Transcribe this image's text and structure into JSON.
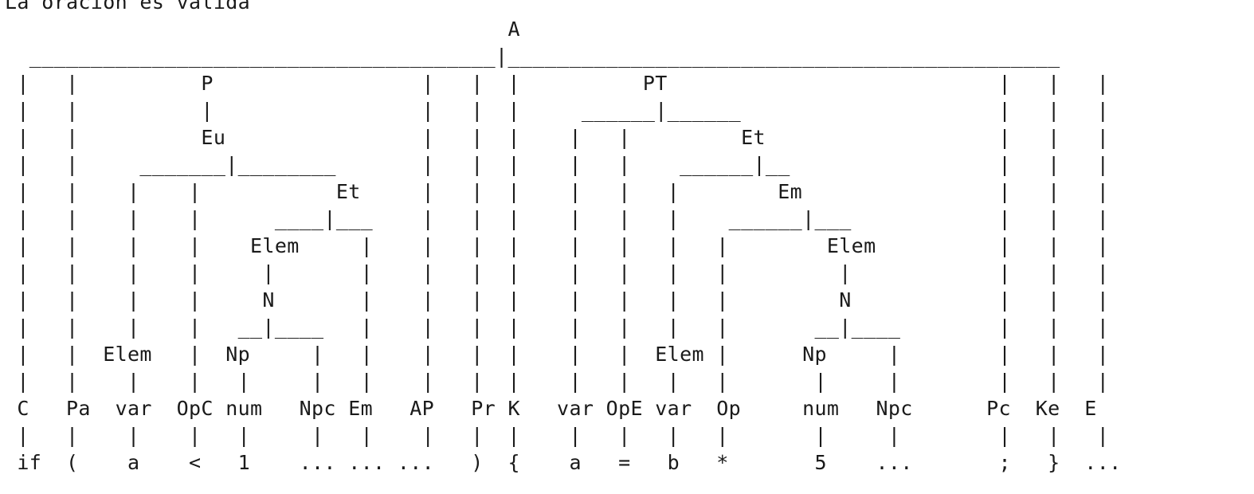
{
  "status_message": "La oración es válida",
  "parse_tree_lines": [
    "                                         A",
    "  ______________________________________|_____________________________________________",
    " |   |          P                 |   |  |          PT                           |   |   |",
    " |   |          |                 |   |  |     ______|______                     |   |   |",
    " |   |          Eu                |   |  |    |   |         Et                   |   |   |",
    " |   |     _______|________       |   |  |    |   |    ______|__                 |   |   |",
    " |   |    |    |           Et     |   |  |    |   |   |        Em                |   |   |",
    " |   |    |    |      ____|___    |   |  |    |   |   |    ______|___            |   |   |",
    " |   |    |    |    Elem     |    |   |  |    |   |   |   |        Elem          |   |   |",
    " |   |    |    |     |       |    |   |  |    |   |   |   |         |            |   |   |",
    " |   |    |    |     N       |    |   |  |    |   |   |   |         N            |   |   |",
    " |   |    |    |   __|____   |    |   |  |    |   |   |   |       __|____        |   |   |",
    " |   |  Elem   |  Np     |   |    |   |  |    |   |  Elem |      Np     |        |   |   |",
    " |   |    |    |   |     |   |    |   |  |    |   |   |   |       |     |        |   |   |",
    " C   Pa  var  OpC num   Npc Em   AP   Pr K   var OpE var  Op     num   Npc      Pc  Ke  E",
    " |   |    |    |   |     |   |    |   |  |    |   |   |   |       |     |        |   |   |",
    " if  (    a    <   1    ... ... ...   )  {    a   =   b   *       5    ...       ;   }  ..."
  ]
}
